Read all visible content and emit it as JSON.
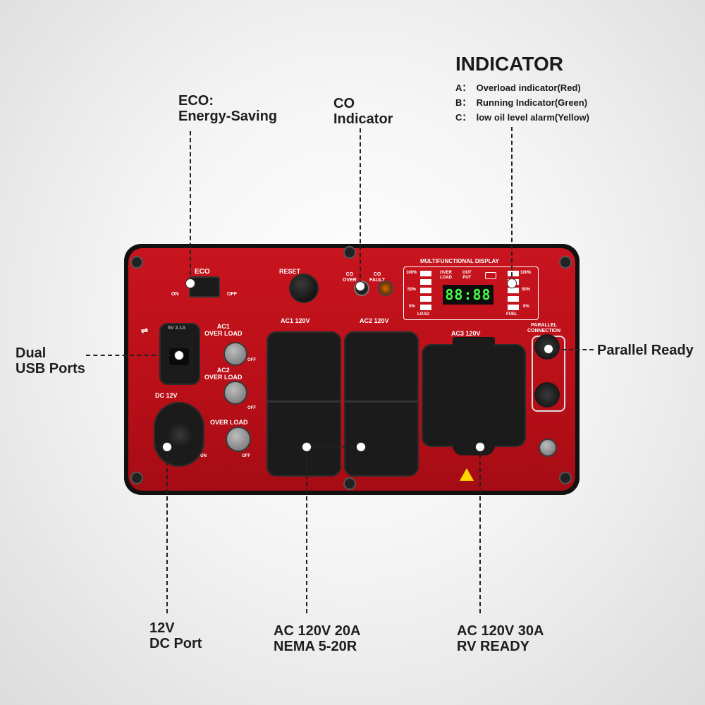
{
  "callouts": {
    "eco": {
      "line1": "ECO:",
      "line2": "Energy-Saving"
    },
    "co": {
      "line1": "CO",
      "line2": "Indicator"
    },
    "indicator": {
      "title": "INDICATOR",
      "items": [
        "A：  Overload indicator(Red)",
        "B：  Running Indicator(Green)",
        "C：  low oil level alarm(Yellow)"
      ]
    },
    "usb": {
      "line1": "Dual",
      "line2": "USB Ports"
    },
    "parallel": {
      "line1": "Parallel Ready"
    },
    "dc": {
      "line1": "12V",
      "line2": "DC Port"
    },
    "ac20": {
      "line1": "AC 120V 20A",
      "line2": "NEMA 5-20R"
    },
    "ac30": {
      "line1": "AC 120V 30A",
      "line2": "RV READY"
    }
  },
  "panel": {
    "eco_label": "ECO",
    "eco_on": "ON",
    "eco_off": "OFF",
    "reset_label": "RESET",
    "co_over": "CO\nOVER",
    "co_fault": "CO\nFAULT",
    "display_title": "MULTIFUNCTIONAL DISPLAY",
    "display_readout": "88:88",
    "display_load": "LOAD",
    "display_fuel": "FUEL",
    "display_overload": "OVER\nLOAD",
    "display_output": "OUT\nPUT",
    "pct_100": "100%",
    "pct_50": "50%",
    "pct_0": "0%",
    "ac1_over": "AC1\nOVER LOAD",
    "ac2_over": "AC2\nOVER LOAD",
    "dc_over": "OVER LOAD",
    "knob_off": "OFF",
    "knob_on": "ON",
    "ac1_label": "AC1 120V",
    "ac2_label": "AC2 120V",
    "ac3_label": "AC3 120V",
    "dc_label": "DC 12V",
    "usb_label": "5V 2.1A",
    "parallel_label": "PARALLEL\nCONNECTION"
  }
}
